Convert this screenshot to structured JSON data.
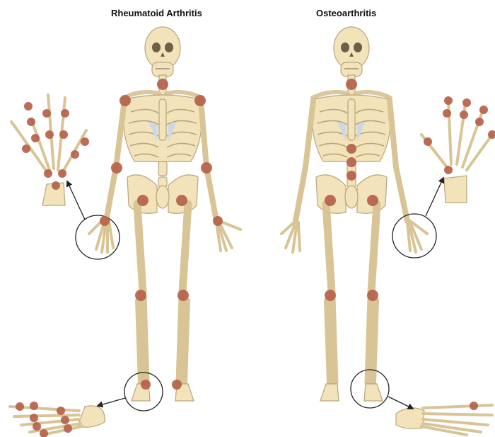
{
  "titles": {
    "rheumatoid": "Rheumatoid Arthritis",
    "osteo": "Osteoarthritis"
  },
  "colors": {
    "bone": "#f3e3bb",
    "bone_stroke": "#b9a57c",
    "cartilage": "#c9d9e8",
    "joint_marker": "#b5614a",
    "magnifier_circle": "#222222",
    "arrow": "#222222",
    "background": "#ffffff"
  },
  "panels": [
    {
      "name": "rheumatoid-arthritis",
      "highlighted_joints": [
        "neck",
        "shoulders",
        "elbows",
        "wrists",
        "hand-knuckles",
        "hips",
        "knees",
        "ankles",
        "foot-joints"
      ]
    },
    {
      "name": "osteoarthritis",
      "highlighted_joints": [
        "neck",
        "lumbar-spine",
        "hips",
        "knees",
        "finger-end-joints",
        "thumb-base",
        "big-toe"
      ]
    }
  ]
}
